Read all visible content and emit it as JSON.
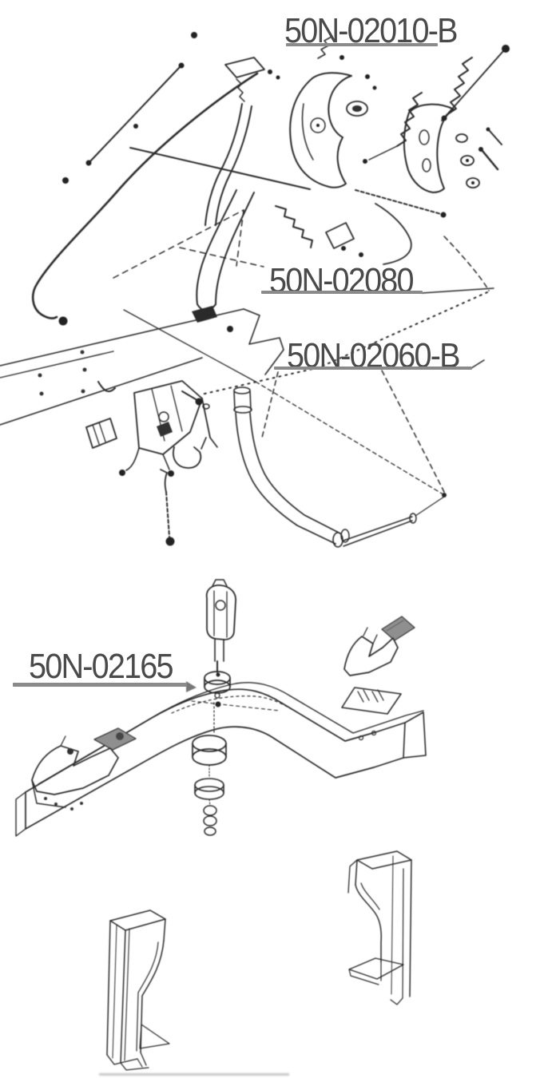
{
  "page": {
    "kind": "exploded-parts-diagram",
    "background": "#ffffff"
  },
  "colors": {
    "line": "#2b2b2b",
    "label_text": "#4a4a4a",
    "underline": "#8a8a8a",
    "rubber_pad": "#8f8f8f"
  },
  "labels": {
    "top_assembly": "50N-02010-B",
    "middle_assembly": "50N-02080",
    "lower_assembly": "50N-02060-B",
    "crossmember": "50N-02165"
  },
  "figures": [
    {
      "name": "pedal-bracket-assembly",
      "label": "50N-02010-B"
    },
    {
      "name": "lever-and-pipe-assembly",
      "label": "50N-02080"
    },
    {
      "name": "stay-and-rod-assembly",
      "label": "50N-02060-B"
    },
    {
      "name": "frame-crossmember-with-mounts",
      "label": "50N-02165"
    },
    {
      "name": "gusset-bracket-left",
      "label": ""
    },
    {
      "name": "gusset-bracket-right",
      "label": ""
    }
  ]
}
